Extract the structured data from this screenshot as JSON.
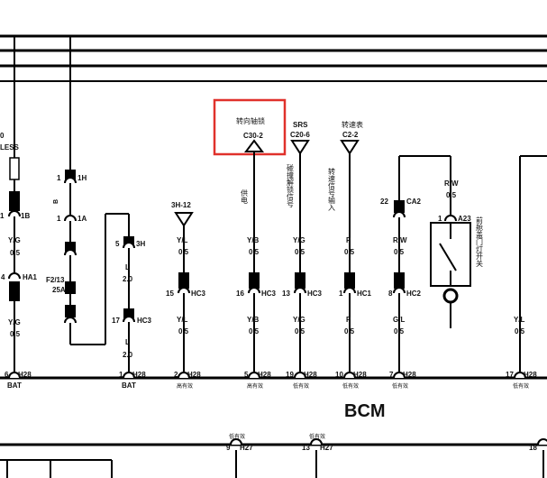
{
  "module_label": "BCM",
  "highlight_color": "#e0312b",
  "top_labels": {
    "steering_lock": "转向轴锁",
    "c30_2": "C30-2",
    "srs": "SRS",
    "c20_6": "C20-6",
    "speed_meter": "转速表",
    "c2_2": "C2-2",
    "h3_12": "3H-12"
  },
  "left_edge": {
    "zero": "0",
    "less": "LESS"
  },
  "vertical_texts": {
    "power": "供电",
    "collision_unlock": "碰撞解锁信号",
    "speed_signal": "转速信号输入",
    "front_hood": "前舱盖门灯开关"
  },
  "fuse": {
    "b": "B",
    "f2": "F2/13",
    "amp": "25A"
  },
  "connectors": {
    "h1_1": "1",
    "h1": "1",
    "h1_name": "1H",
    "b_1": "1",
    "b_name": "1B",
    "a3_1": "1",
    "a3_name": "1A",
    "ha1_4": "4",
    "ha1_name": "HA1",
    "h3_5": "5",
    "h3_name": "3H",
    "hc3_17": "17",
    "hc3_name_a": "HC3",
    "hc3_15": "15",
    "hc3_name_b": "HC3",
    "hc3_16": "16",
    "hc3_name_c": "HC3",
    "hc3_13": "13",
    "hc3_name_d": "HC3",
    "hc1_1": "1",
    "hc1_name": "HC1",
    "hc2_8": "8",
    "hc2_name": "HC2",
    "ca2_22": "22",
    "ca2_name": "CA2",
    "a23_1": "1",
    "a23_name": "A23"
  },
  "wires": {
    "yg_left1": "Y/G",
    "yg_left1_size": "0.5",
    "yg_left2": "Y/G",
    "yg_left2_size": "0.5",
    "l_a": "L",
    "l_a_size": "2.0",
    "l_b": "L",
    "l_b_size": "2.0",
    "yl_a": "Y/L",
    "yl_a_size": "0.5",
    "yl_b": "Y/L",
    "yl_b_size": "0.5",
    "yb_a": "Y/B",
    "yb_a_size": "0.5",
    "yb_b": "Y/B",
    "yb_b_size": "0.5",
    "yg_a": "Y/G",
    "yg_a_size": "0.5",
    "yg_b": "Y/G",
    "yg_b_size": "0.5",
    "p_a": "P",
    "p_a_size": "0.5",
    "p_b": "P",
    "p_b_size": "0.5",
    "rw_a": "R/W",
    "rw_a_size": "0.5",
    "gl": "G/L",
    "gl_size": "0.5",
    "rw_top": "R/W",
    "rw_top_size": "0.5",
    "yl_right": "Y/L",
    "yl_right_size": "0.5"
  },
  "bcm_pins": [
    {
      "pin": "6",
      "name": "H28",
      "note": "BAT"
    },
    {
      "pin": "1",
      "name": "H28",
      "note": "BAT"
    },
    {
      "pin": "2",
      "name": "H28",
      "note": "高有效"
    },
    {
      "pin": "5",
      "name": "H28",
      "note": "高有效"
    },
    {
      "pin": "19",
      "name": "H28",
      "note": "低有效"
    },
    {
      "pin": "10",
      "name": "H28",
      "note": "低有效"
    },
    {
      "pin": "7",
      "name": "H28",
      "note": "低有效"
    },
    {
      "pin": "17",
      "name": "H28",
      "note": "低有效"
    }
  ],
  "bottom_pins": [
    {
      "pin": "9",
      "name": "H27",
      "note": "低有效"
    },
    {
      "pin": "13",
      "name": "H27",
      "note": "低有效"
    },
    {
      "pin": "18",
      "name": ""
    }
  ]
}
